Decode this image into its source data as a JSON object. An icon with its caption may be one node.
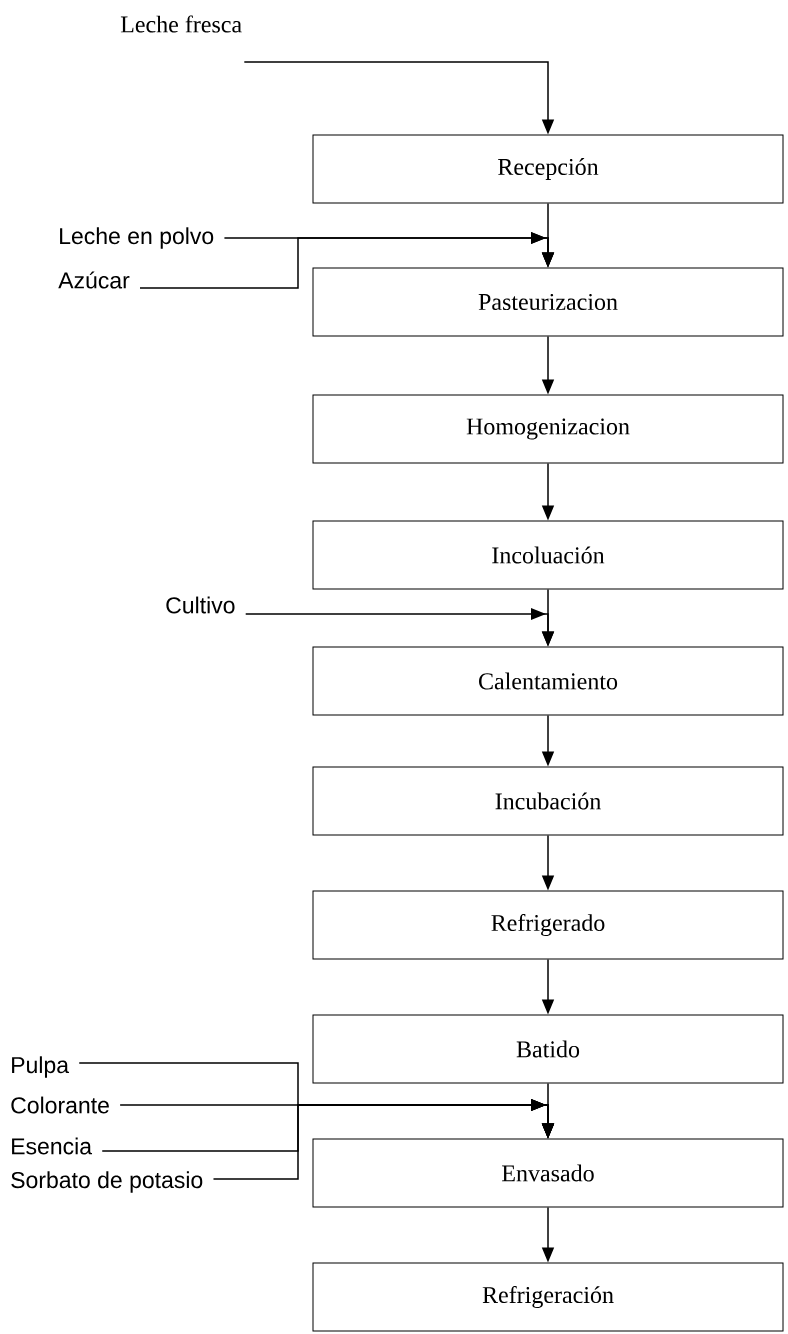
{
  "diagram": {
    "nodes": [
      {
        "text": [
          "Leche fresca"
        ]
      },
      {
        "text": [
          "Recepción"
        ]
      },
      {
        "text": [
          "Pasteurizacion"
        ]
      },
      {
        "text": [
          "Homogenizacion"
        ]
      },
      {
        "text": [
          "Incoluación"
        ]
      },
      {
        "text": [
          "Calentamiento"
        ]
      },
      {
        "text": [
          "Incubación"
        ]
      },
      {
        "text": [
          "Refrigerado"
        ]
      },
      {
        "text": [
          "Batido"
        ]
      },
      {
        "text": [
          "Envasado"
        ]
      },
      {
        "text": [
          "Refrigeración"
        ]
      },
      {
        "text": [
          "Leche en polvo"
        ]
      },
      {
        "text": [
          "Azúcar"
        ]
      },
      {
        "text": [
          "Cultivo"
        ]
      },
      {
        "text": [
          "Pulpa"
        ]
      },
      {
        "text": [
          "Colorante"
        ]
      },
      {
        "text": [
          "Esencia"
        ]
      },
      {
        "text": [
          "Sorbato de potasio"
        ]
      }
    ],
    "edges": [
      {
        "from": 0,
        "to": 1,
        "arrow": "to"
      },
      {
        "from": 1,
        "to": 2,
        "arrow": "to"
      },
      {
        "from": 2,
        "to": 3,
        "arrow": "to"
      },
      {
        "from": 3,
        "to": 4,
        "arrow": "to"
      },
      {
        "from": 4,
        "to": 5,
        "arrow": "to"
      },
      {
        "from": 5,
        "to": 6,
        "arrow": "to"
      },
      {
        "from": 6,
        "to": 7,
        "arrow": "to"
      },
      {
        "from": 7,
        "to": 8,
        "arrow": "to"
      },
      {
        "from": 8,
        "to": 9,
        "arrow": "to"
      },
      {
        "from": 9,
        "to": 10,
        "arrow": "to"
      },
      {
        "from": 11,
        "to": 2,
        "arrow": "to"
      },
      {
        "from": 12,
        "to": 2,
        "arrow": "to"
      },
      {
        "from": 13,
        "to": 5,
        "arrow": "to"
      },
      {
        "from": 14,
        "to": 9,
        "arrow": "to"
      },
      {
        "from": 15,
        "to": 9,
        "arrow": "to"
      },
      {
        "from": 16,
        "to": 9,
        "arrow": "to"
      },
      {
        "from": 17,
        "to": 9,
        "arrow": "to"
      }
    ]
  }
}
